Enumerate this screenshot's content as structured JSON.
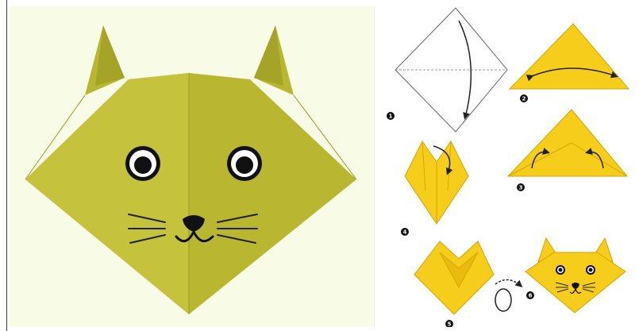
{
  "colors": {
    "cat_face": "#b9b72f",
    "cat_face_dark": "#a6a428",
    "cat_face_light": "#c5c33c",
    "paper_yellow": "#f6cd1b",
    "paper_yellow_dark": "#e9bb10",
    "panel_background": "#f8fbe6",
    "outline": "#3a3a3a",
    "eye_white": "#ffffff",
    "pupil": "#111111"
  },
  "steps": [
    {
      "number": "1"
    },
    {
      "number": "2"
    },
    {
      "number": "3"
    },
    {
      "number": "4"
    },
    {
      "number": "5"
    },
    {
      "number": "6"
    }
  ]
}
